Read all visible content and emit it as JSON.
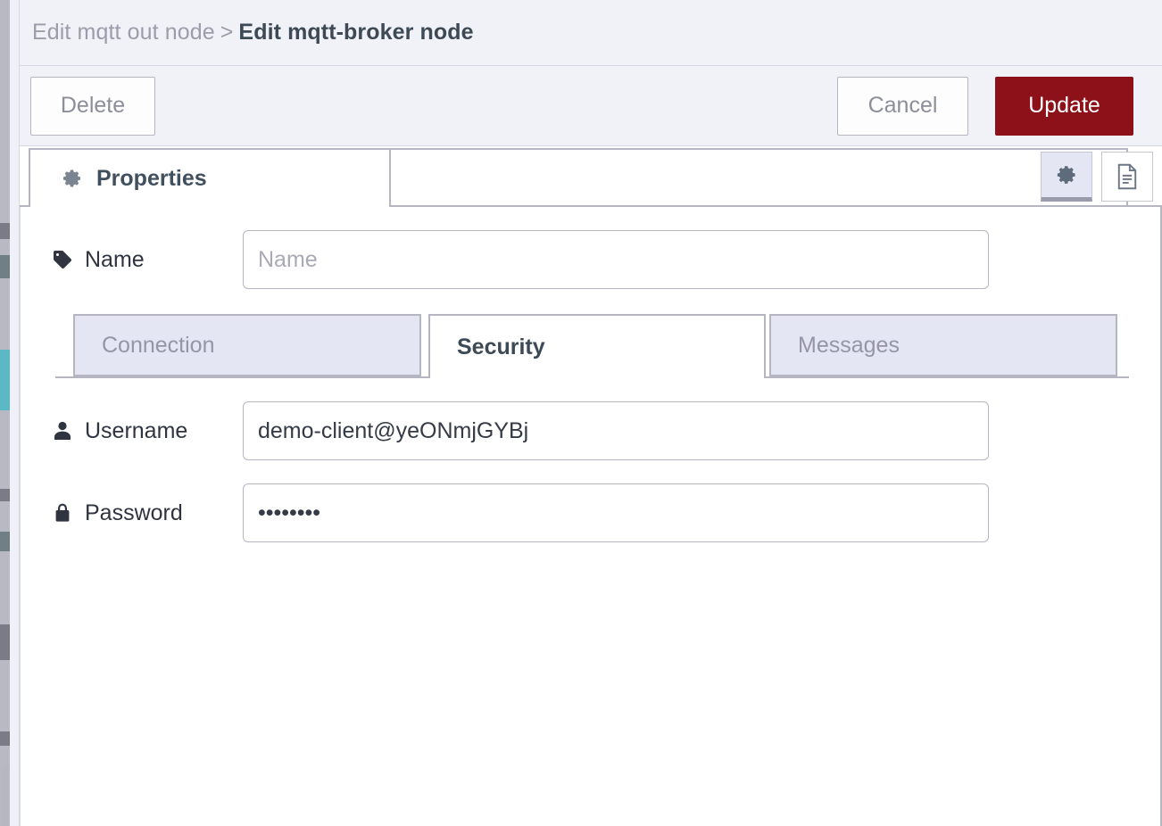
{
  "window": {
    "breadcrumb": {
      "parent": "Edit mqtt out node",
      "separator": ">",
      "current": "Edit mqtt-broker node"
    }
  },
  "action_bar": {
    "delete_label": "Delete",
    "cancel_label": "Cancel",
    "update_label": "Update"
  },
  "main_tabs": [
    {
      "label": "Properties",
      "icon": "gear-icon",
      "active": true
    }
  ],
  "icon_toggles": [
    {
      "name": "settings-toggle",
      "icon": "gear-icon",
      "active": true
    },
    {
      "name": "description-toggle",
      "icon": "document-icon",
      "active": false
    }
  ],
  "form": {
    "name": {
      "label": "Name",
      "icon": "tag-icon",
      "value": "",
      "placeholder": "Name"
    },
    "username": {
      "label": "Username",
      "icon": "user-icon",
      "value": "demo-client@yeONmjGYBj",
      "placeholder": ""
    },
    "password": {
      "label": "Password",
      "icon": "lock-icon",
      "value": "••••••••",
      "placeholder": ""
    }
  },
  "sub_tabs": [
    {
      "label": "Connection",
      "active": false
    },
    {
      "label": "Security",
      "active": true
    },
    {
      "label": "Messages",
      "active": false
    }
  ],
  "colors": {
    "header_bg": "#f1f1f8",
    "update_red": "#8d1118",
    "border": "#b5b6c2",
    "tab_inactive_bg": "#e5e6f3",
    "text_dark": "#3d4a56",
    "text_muted": "#9495a6"
  }
}
